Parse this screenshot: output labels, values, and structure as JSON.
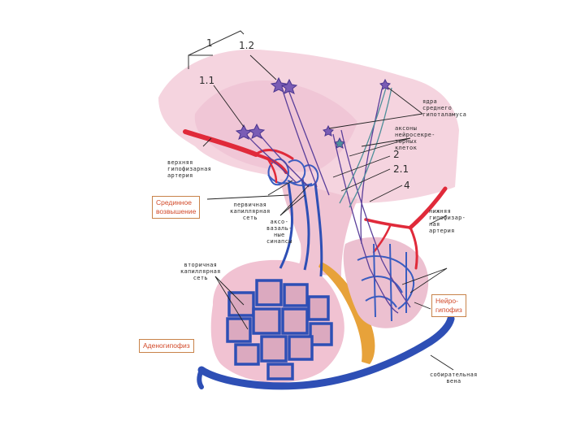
{
  "numbers": {
    "n1": "1",
    "n1_1": "1.1",
    "n1_2": "1.2",
    "n2": "2",
    "n2_1": "2.1",
    "n4": "4"
  },
  "labels": {
    "nuclei": "ядра\nсреднего\nгипоталамуса",
    "axons_nsc": "аксоны\nнейросекре-\nторных\nклеток",
    "upper_artery": "верхняя\nгипофизарная\nартерия",
    "primary_net": "первичная\nкапиллярная\nсеть",
    "axovasal": "аксо-\nвазаль-\nные\nсинапсы",
    "lower_artery": "нижняя\nгипофизар-\nная\nартерия",
    "secondary_net": "вторичная\nкапиллярная\nсеть",
    "portal_vein": "собирательная\nвена"
  },
  "boxes": {
    "median_eminence": "Срединное\nвозвышение",
    "neurohypophysis": "Нейро-\nгипофиз",
    "adenohypophysis": "Аденогипофиз"
  },
  "colors": {
    "tissue": "#f2c9d6",
    "tissue_dark": "#e8a9bf",
    "artery": "#e02a3a",
    "vein": "#2e4fb5",
    "axon": "#5a3f9a",
    "teal_axon": "#4f8f9a",
    "orange_band": "#e7a23a",
    "box_border": "#c8834a",
    "box_text": "#d24a2a"
  }
}
